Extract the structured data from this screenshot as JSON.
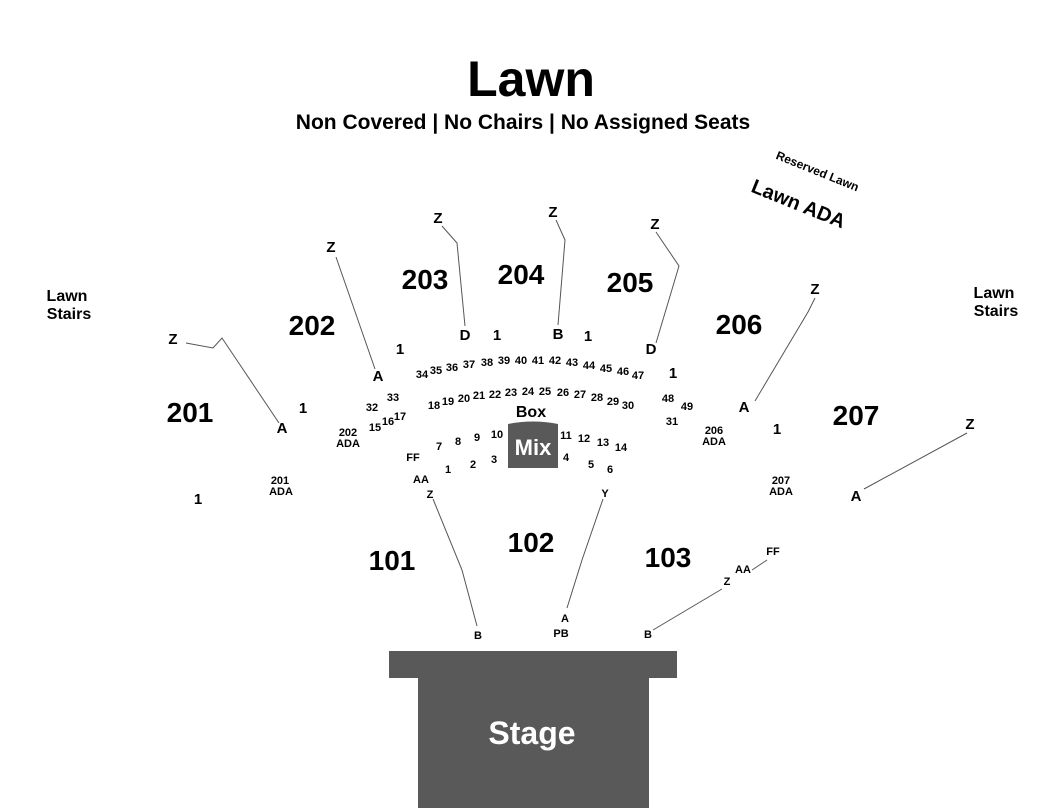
{
  "header": {
    "title": "Lawn",
    "subtitle": "Non Covered | No Chairs | No Assigned Seats"
  },
  "reserved_lawn": {
    "label": "Reserved Lawn",
    "ada": "Lawn ADA"
  },
  "lawn_stairs": {
    "line1": "Lawn",
    "line2": "Stairs"
  },
  "sections": {
    "s201": "201",
    "s202": "202",
    "s203": "203",
    "s204": "204",
    "s205": "205",
    "s206": "206",
    "s207": "207",
    "s101": "101",
    "s102": "102",
    "s103": "103"
  },
  "row_labels": {
    "A": "A",
    "B": "B",
    "D": "D",
    "Z": "Z",
    "Y": "Y",
    "FF": "FF",
    "AA": "AA",
    "PB": "PB",
    "one": "1"
  },
  "ada": {
    "s201": "201",
    "s202": "202",
    "s206": "206",
    "s207": "207",
    "label": "ADA"
  },
  "box_label": "Box",
  "mix_label": "Mix",
  "stage_label": "Stage",
  "box_seats": [
    "1",
    "2",
    "3",
    "4",
    "5",
    "6",
    "7",
    "8",
    "9",
    "10",
    "11",
    "12",
    "13",
    "14",
    "15",
    "16",
    "17",
    "18",
    "19",
    "20",
    "21",
    "22",
    "23",
    "24",
    "25",
    "26",
    "27",
    "28",
    "29",
    "30",
    "31",
    "32",
    "33",
    "34",
    "35",
    "36",
    "37",
    "38",
    "39",
    "40",
    "41",
    "42",
    "43",
    "44",
    "45",
    "46",
    "47",
    "48",
    "49"
  ],
  "colors": {
    "stage": "#595959",
    "mix": "#595959",
    "text": "#000000",
    "lines": "#555555"
  }
}
